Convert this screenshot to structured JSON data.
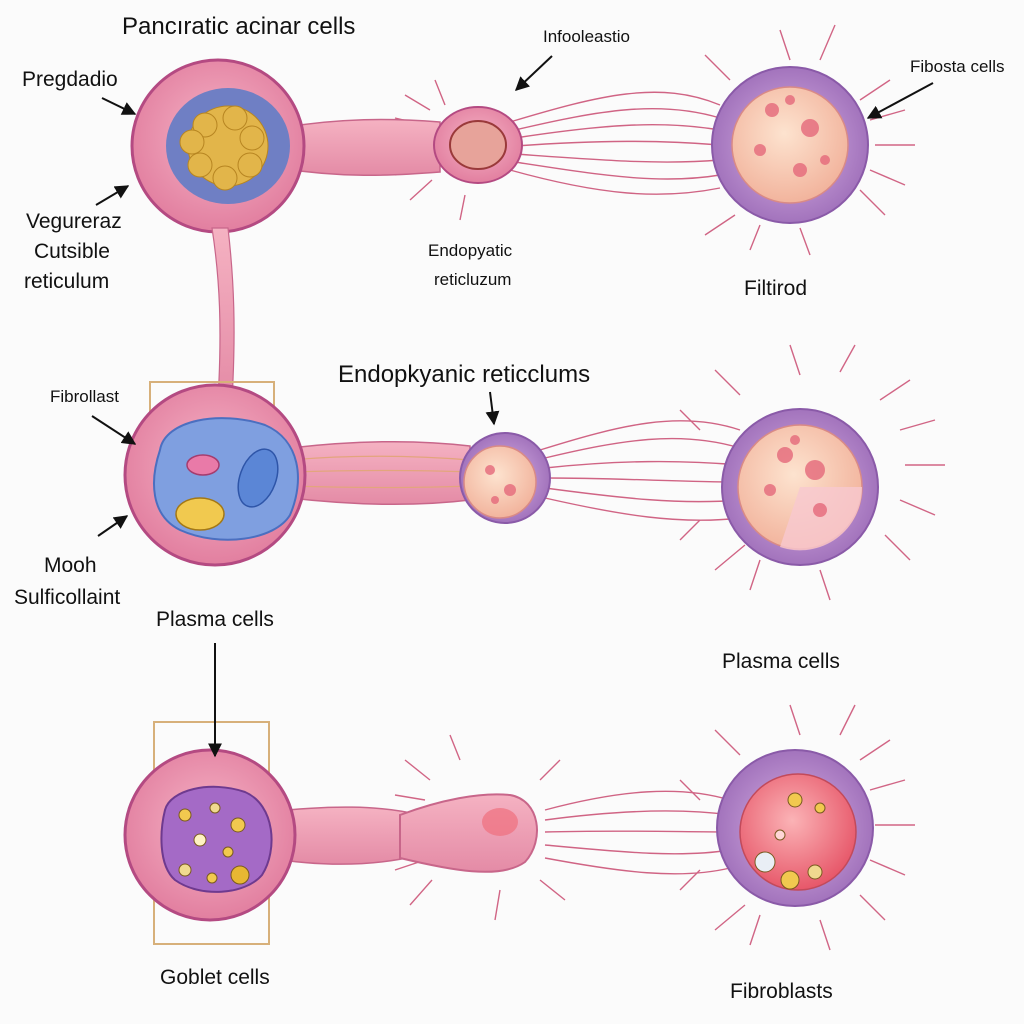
{
  "labels": {
    "title": "Pancıratic acinar cells",
    "infoleastio": "Infoolеastio",
    "fibosta_cells": "Fibosta cells",
    "pregdadio": "Pregdadio",
    "vegureraz_line1": "Vegureraz",
    "vegureraz_line2": "Cutsible",
    "vegureraz_line3": "reticulum",
    "endopyatic_line1": "Endopyatic",
    "endopyatic_line2": "reticluzum",
    "filtirod": "Filtirod",
    "endopkyanic": "Endopkyanic reticclums",
    "fibrollast": "Fibrollast",
    "mooh": "Mooh",
    "sulficollaint": "Sulficollaint",
    "plasma_cells_left": "Plasma cells",
    "plasma_cells_right": "Plasma cells",
    "goblet_cells": "Goblet cells",
    "fibroblasts": "Fibroblasts"
  },
  "colors": {
    "cell_pink": "#ec8aa8",
    "cell_outline": "#b44a82",
    "duct_pink": "#f2a7b8",
    "membrane_purple": "#b989c9",
    "nucleus_peach": "#f6cfb4",
    "fiber_red": "#c94a70",
    "frame_tan": "#d7b07a",
    "granule_gold": "#e8c04a",
    "vacuole_blue": "#5b86d6",
    "goblet_violet": "#a46ac6"
  }
}
